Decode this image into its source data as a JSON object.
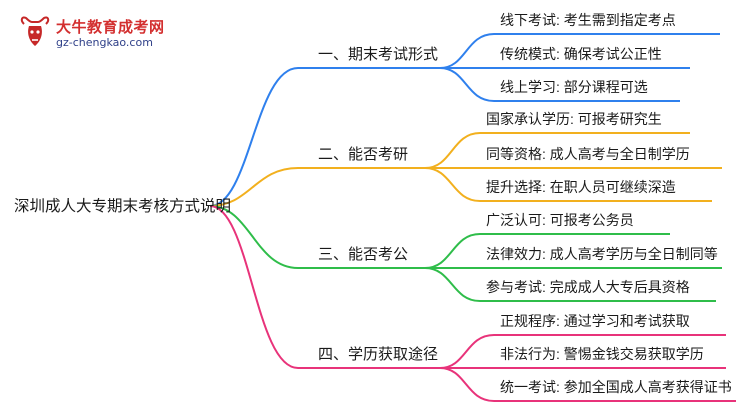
{
  "logo": {
    "title": "大牛教育成考网",
    "url": "gz-chengkao.com"
  },
  "colors": {
    "branch1": "#2f80ed",
    "branch2": "#f2b01e",
    "branch3": "#2fbd4a",
    "branch4": "#e8337a"
  },
  "root": {
    "label": "深圳成人大专期末考核方式说明"
  },
  "branches": [
    {
      "label": "一、期末考试形式",
      "leaves": [
        "线下考试: 考生需到指定考点",
        "传统模式: 确保考试公正性",
        "线上学习: 部分课程可选"
      ]
    },
    {
      "label": "二、能否考研",
      "leaves": [
        "国家承认学历: 可报考研究生",
        "同等资格: 成人高考与全日制学历",
        "提升选择: 在职人员可继续深造"
      ]
    },
    {
      "label": "三、能否考公",
      "leaves": [
        "广泛认可: 可报考公务员",
        "法律效力: 成人高考学历与全日制同等",
        "参与考试: 完成成人大专后具资格"
      ]
    },
    {
      "label": "四、学历获取途径",
      "leaves": [
        "正规程序: 通过学习和考试获取",
        "非法行为: 警惕金钱交易获取学历",
        "统一考试: 参加全国成人高考获得证书"
      ]
    }
  ]
}
